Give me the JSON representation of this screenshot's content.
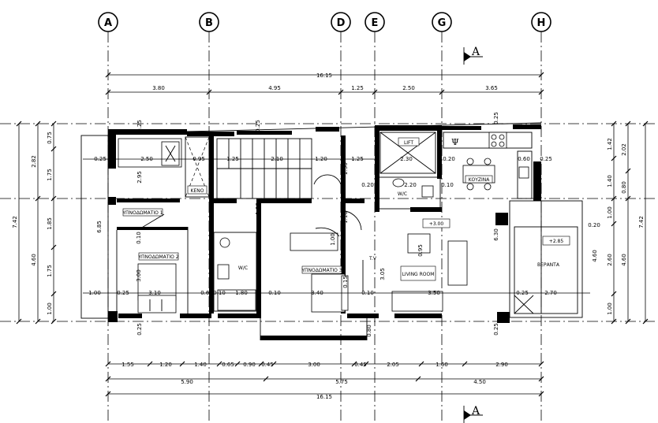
{
  "axes": [
    "A",
    "B",
    "D",
    "E",
    "G",
    "H"
  ],
  "top_dims": {
    "total": "16.15",
    "segments": [
      "3.80",
      "4.95",
      "1.25",
      "2.50",
      "3.65"
    ]
  },
  "bottom_dims": {
    "row1": [
      "1.55",
      "1.20",
      "1.40",
      "0.65",
      "0.90",
      "0.45",
      "3.00",
      "0.45",
      "2.05",
      "1.60",
      "2.90"
    ],
    "row2": [
      "5.90",
      "5.75",
      "4.50"
    ],
    "total": "16.15"
  },
  "left_dims": {
    "outer": "7.42",
    "upper": "2.82",
    "lower": "4.60",
    "inner": [
      "0.75",
      "1.75",
      "1.85",
      "1.75",
      "1.00"
    ],
    "stair_depth": "6.85"
  },
  "right_dims": {
    "outer": "7.42",
    "upper": "2.02",
    "lower": "4.60",
    "inner": [
      "1.42",
      "1.40",
      "1.00",
      "2.60",
      "1.00"
    ],
    "extra": [
      "0.80",
      "0.20",
      "4.60"
    ]
  },
  "interior_dims": [
    "0.25",
    "2.50",
    "0.95",
    "1.25",
    "2.10",
    "1.20",
    "2.50",
    "1.25",
    "2.30",
    "0.20",
    "0.60",
    "0.25",
    "0.25",
    "2.95",
    "0.25",
    "0.25",
    "0.20",
    "2.20",
    "0.10",
    "1.00",
    "1.10",
    "1.00",
    "0.10",
    "3.00",
    "3.10",
    "0.25",
    "1.00",
    "0.60",
    "0.10",
    "1.80",
    "0.10",
    "3.40",
    "0.15",
    "0.10",
    "3.05",
    "0.95",
    "6.30",
    "3.50",
    "0.25",
    "2.70",
    "0.25",
    "0.25",
    "0.80"
  ],
  "rooms": {
    "room1": "ΥΠΝΟΔΩΜΑΤΙΟ 1",
    "room2": "ΥΠΝΟΔΩΜΑΤΙΟ 2",
    "room3": "ΥΠΝΟΔΩΜΑΤΙΟ 3",
    "void": "ΚΕΝΟ",
    "lift": "LIFT",
    "wc": "W/C",
    "wc2": "W/C",
    "kitchen": "ΚΟΥΖΙΝΑ",
    "living": "LIVING ROOM",
    "veranda": "ΒΕΡΑΝΤΑ",
    "tv": "T.V"
  },
  "levels": {
    "main": "+3.00",
    "veranda": "+2.85"
  },
  "section": {
    "label": "A"
  },
  "colors": {
    "line": "#000000",
    "background": "#ffffff"
  }
}
